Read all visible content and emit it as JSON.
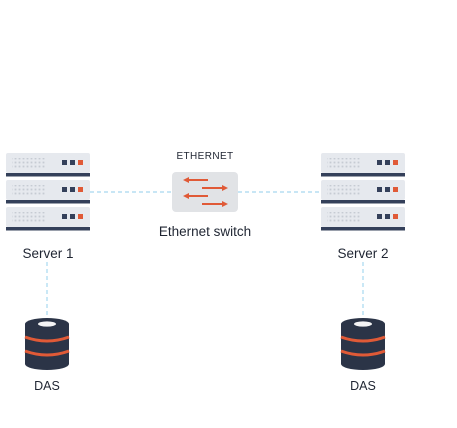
{
  "labels": {
    "ethernet": "ETHERNET",
    "switch": "Ethernet switch",
    "server1": "Server 1",
    "server2": "Server 2",
    "das1": "DAS",
    "das2": "DAS"
  },
  "icons": {
    "server": "server-rack-icon",
    "switch": "ethernet-switch-icon",
    "storage": "das-storage-icon"
  },
  "colors": {
    "server_body": "#e6e9ee",
    "server_stripe": "#34405a",
    "accent": "#e05a37",
    "switch_body": "#e1e3e6",
    "storage_body": "#2b3447",
    "connector": "#a6d8ef",
    "text": "#1f2532"
  }
}
